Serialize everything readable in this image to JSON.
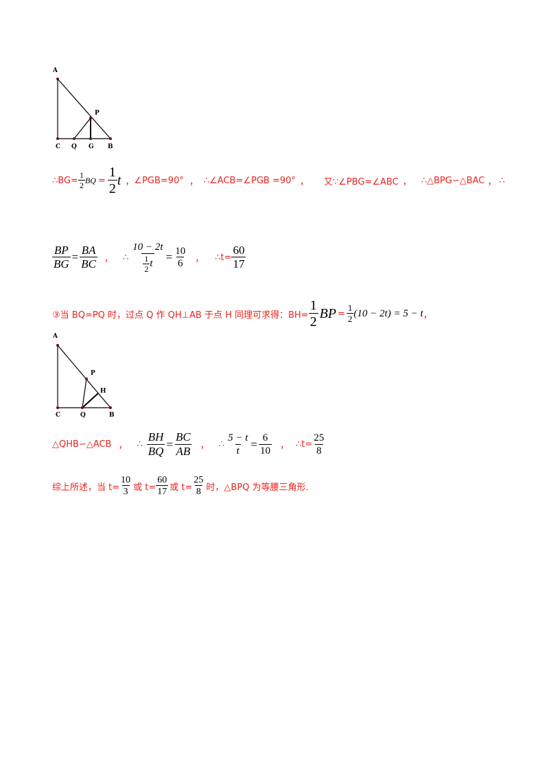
{
  "figure1": {
    "labels": {
      "A": "A",
      "P": "P",
      "C": "C",
      "Q": "Q",
      "G": "G",
      "B": "B"
    }
  },
  "line1": {
    "therefore": "∴",
    "bg_eq": "BG=",
    "half_num": "1",
    "half_den": "2",
    "bq": "BQ",
    "eq": "=",
    "t_num": "1",
    "t_den": "2",
    "t": "t",
    "comma1": "，",
    "angle_pgb": "∠PGB=90°",
    "comma2": "，",
    "angle_acb": "∴∠ACB=∠PGB =90°",
    "comma3": "，",
    "because": "又∵∠PBG=∠ABC",
    "comma4": "，",
    "similar": "∴△BPG∽△BAC",
    "comma5": "，",
    "therefore_end": "∴"
  },
  "line2": {
    "bp": "BP",
    "bg": "BG",
    "eq1": "=",
    "ba": "BA",
    "bc": "BC",
    "comma1": "，",
    "therefore": "∴",
    "num_expr": "10 − 2t",
    "den_num": "1",
    "den_den": "2",
    "den_t": "t",
    "eq2": "=",
    "r_num": "10",
    "r_den": "6",
    "comma2": "，",
    "therefore2": "∴t=",
    "ans_num": "60",
    "ans_den": "17"
  },
  "line3": {
    "text": "③当 BQ=PQ 时，过点 Q 作 QH⊥AB 于点 H 同理可求得：BH=",
    "half_num": "1",
    "half_den": "2",
    "bp": "BP",
    "eq": "=",
    "h2_num": "1",
    "h2_den": "2",
    "expr": "(10 − 2t) = 5 − t",
    "comma": "，"
  },
  "figure2": {
    "labels": {
      "A": "A",
      "P": "P",
      "H": "H",
      "C": "C",
      "Q": "Q",
      "B": "B"
    }
  },
  "line4": {
    "similar": "△QHB∽△ACB",
    "comma1": "，",
    "therefore": "∴",
    "bh": "BH",
    "bq": "BQ",
    "eq1": "=",
    "bc": "BC",
    "ab": "AB",
    "comma2": "，",
    "therefore2": "∴",
    "num_expr": "5 − t",
    "den_t": "t",
    "eq2": "=",
    "r_num": "6",
    "r_den": "10",
    "comma3": "，",
    "therefore3": "∴t=",
    "ans_num": "25",
    "ans_den": "8"
  },
  "line5": {
    "prefix": "综上所述，当 t=",
    "f1_num": "10",
    "f1_den": "3",
    "or1": "或 t=",
    "f2_num": "60",
    "f2_den": "17",
    "or2": "或 t=",
    "f3_num": "25",
    "f3_den": "8",
    "suffix": "时，△BPQ 为等腰三角形."
  }
}
